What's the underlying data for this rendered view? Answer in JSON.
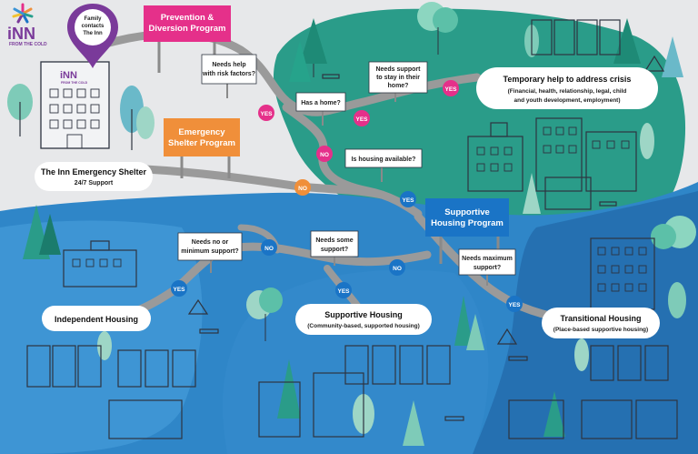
{
  "colors": {
    "pink": "#e5308a",
    "orange": "#f08f3a",
    "blue": "#1a74c6",
    "teal": "#27a08c",
    "purple": "#7a3a9a",
    "sky": "#3b94d6",
    "road": "#9a9a9a"
  },
  "logo": {
    "name": "iNN",
    "tagline": "FROM THE COLD"
  },
  "pin": {
    "line1": "Family",
    "line2": "contacts",
    "line3": "The Inn"
  },
  "building_logo": {
    "name": "iNN",
    "tagline": "FROM THE COLD"
  },
  "signs": {
    "prevention": [
      "Prevention &",
      "Diversion Program"
    ],
    "emergency": [
      "Emergency",
      "Shelter Program"
    ],
    "supportive": [
      "Supportive",
      "Housing Program"
    ]
  },
  "questions": {
    "risk": [
      "Needs help",
      "with risk factors?"
    ],
    "has_home": [
      "Has a home?"
    ],
    "stay_home": [
      "Needs support",
      "to stay in their",
      "home?"
    ],
    "housing_available": [
      "Is housing available?"
    ],
    "minimum": [
      "Needs no or",
      "minimum support?"
    ],
    "some": [
      "Needs some",
      "support?"
    ],
    "maximum": [
      "Needs maximum",
      "support?"
    ]
  },
  "answers": {
    "yes_risk": "YES",
    "yes_stay": "YES",
    "yes_crisis": "YES",
    "no_home": "NO",
    "no_shelter": "NO",
    "yes_supportive": "YES",
    "no_minimum": "NO",
    "no_some": "NO",
    "yes_independent": "YES",
    "yes_some": "YES",
    "yes_transitional": "YES"
  },
  "destinations": {
    "shelter": {
      "title": "The Inn Emergency Shelter",
      "sub": "24/7 Support"
    },
    "temporary": {
      "title": "Temporary help to address crisis",
      "sub1": "(Financial, health, relationship, legal, child",
      "sub2": "and youth development, employment)"
    },
    "independent": {
      "title": "Independent Housing"
    },
    "supportive": {
      "title": "Supportive Housing",
      "sub": "(Community-based, supported housing)"
    },
    "transitional": {
      "title": "Transitional Housing",
      "sub": "(Place-based supportive housing)"
    }
  }
}
